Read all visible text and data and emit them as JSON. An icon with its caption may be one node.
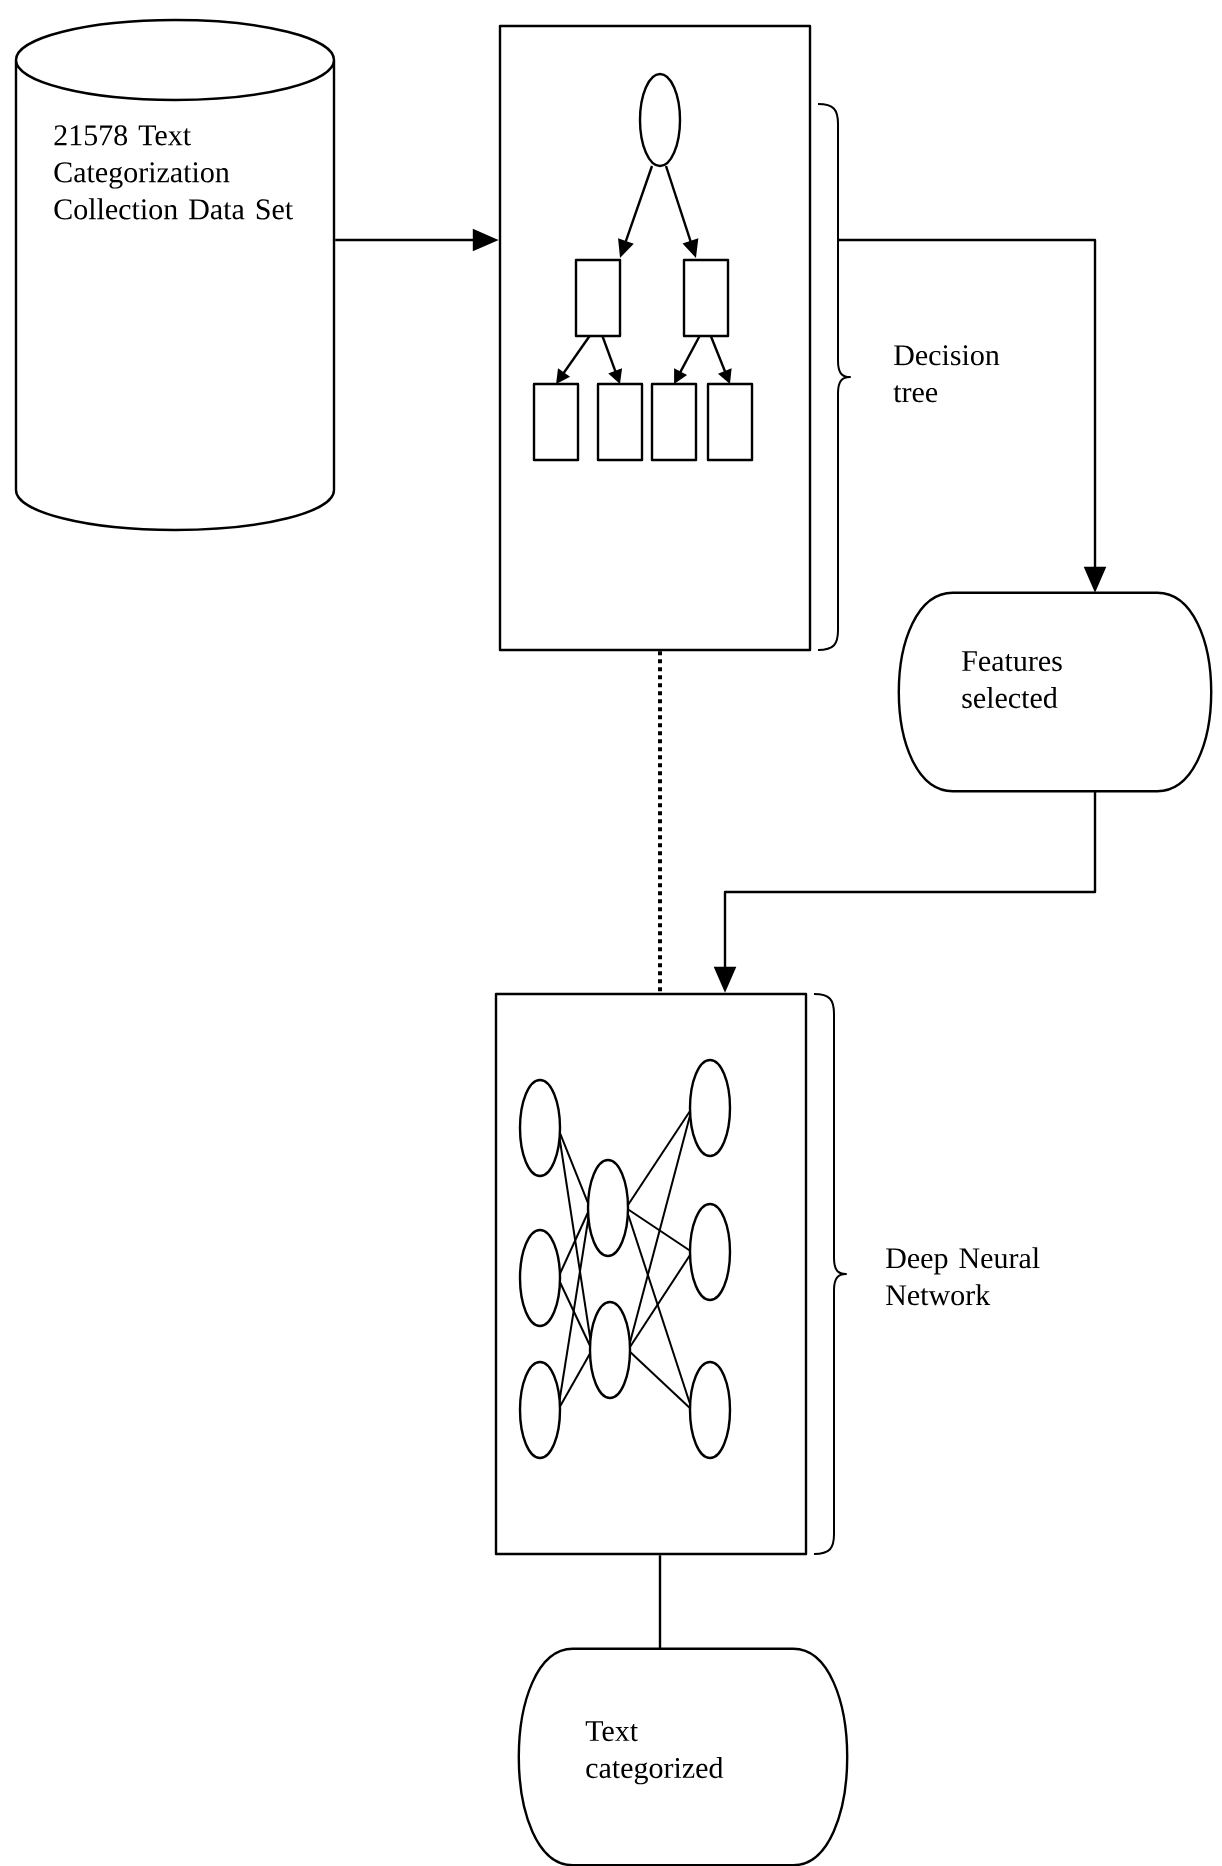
{
  "diagram": {
    "nodes": [
      {
        "text": [
          "21578 Text Categorization Collection Data Set"
        ]
      },
      {
        "text": [
          "Decision tree"
        ]
      },
      {
        "text": [
          "Features selected"
        ]
      },
      {
        "text": [
          "Deep Neural Network"
        ]
      },
      {
        "text": [
          "Text categorized"
        ]
      }
    ],
    "edges": [
      {
        "from": 0,
        "to": 1,
        "arrow": "to"
      },
      {
        "from": 1,
        "to": 2,
        "arrow": "to"
      },
      {
        "from": 2,
        "to": 3,
        "arrow": "to"
      },
      {
        "from": 1,
        "to": 3,
        "arrow": "none",
        "style": "dashed"
      },
      {
        "from": 3,
        "to": 4,
        "arrow": "none"
      }
    ]
  }
}
